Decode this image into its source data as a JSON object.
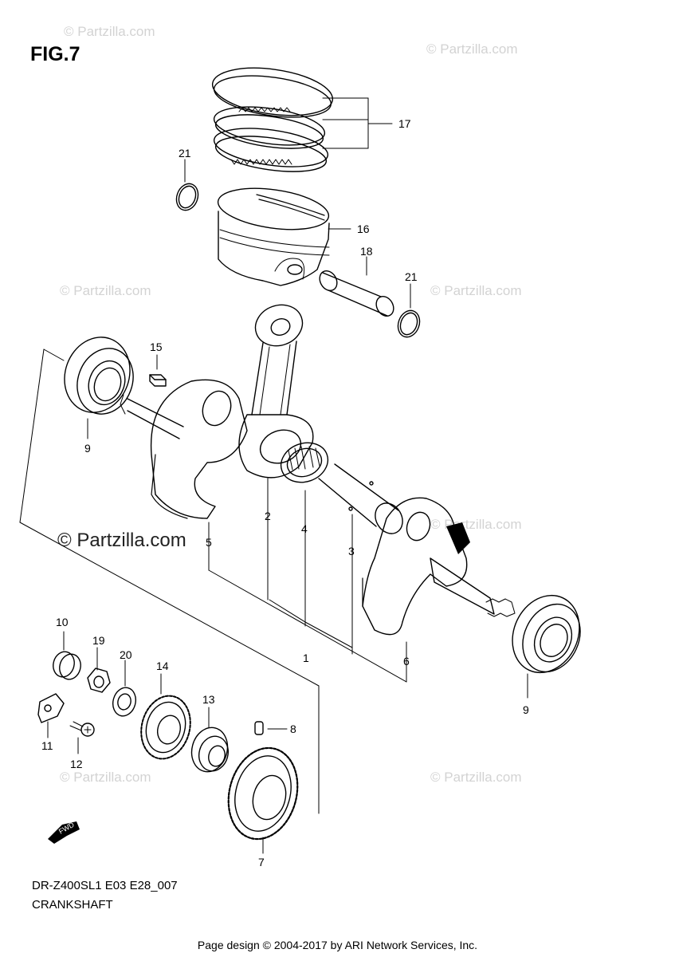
{
  "figure": {
    "title": "FIG.7",
    "model_code": "DR-Z400SL1 E03 E28_007",
    "section_name": "CRANKSHAFT"
  },
  "watermark": {
    "text": "© Partzilla.com",
    "prominent_text": "© Partzilla.com"
  },
  "footer": {
    "text": "Page design © 2004-2017 by ARI Network Services, Inc."
  },
  "fwd_arrow": {
    "label": "FWD"
  },
  "part_callouts": [
    "1",
    "2",
    "3",
    "4",
    "5",
    "6",
    "7",
    "8",
    "9",
    "9",
    "10",
    "11",
    "12",
    "13",
    "14",
    "15",
    "16",
    "17",
    "18",
    "19",
    "20",
    "21",
    "21"
  ]
}
